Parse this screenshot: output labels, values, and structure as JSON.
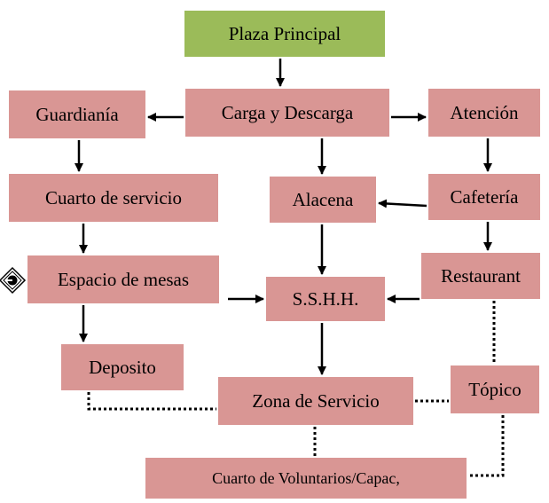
{
  "diagram": {
    "boxes": {
      "plaza": "Plaza Principal",
      "carga": "Carga y Descarga",
      "guardiania": "Guardianía",
      "atencion": "Atención",
      "cuarto_servicio": "Cuarto de servicio",
      "alacena": "Alacena",
      "cafeteria": "Cafetería",
      "espacio_mesas": "Espacio de mesas",
      "restaurant": "Restaurant",
      "sshh": "S.S.H.H.",
      "deposito": "Deposito",
      "zona_servicio": "Zona de Servicio",
      "topico": "Tópico",
      "voluntarios": "Cuarto de Voluntarios/Capac,"
    },
    "colors": {
      "start": "#9bbb59",
      "node": "#d99694",
      "line": "#000000"
    }
  }
}
